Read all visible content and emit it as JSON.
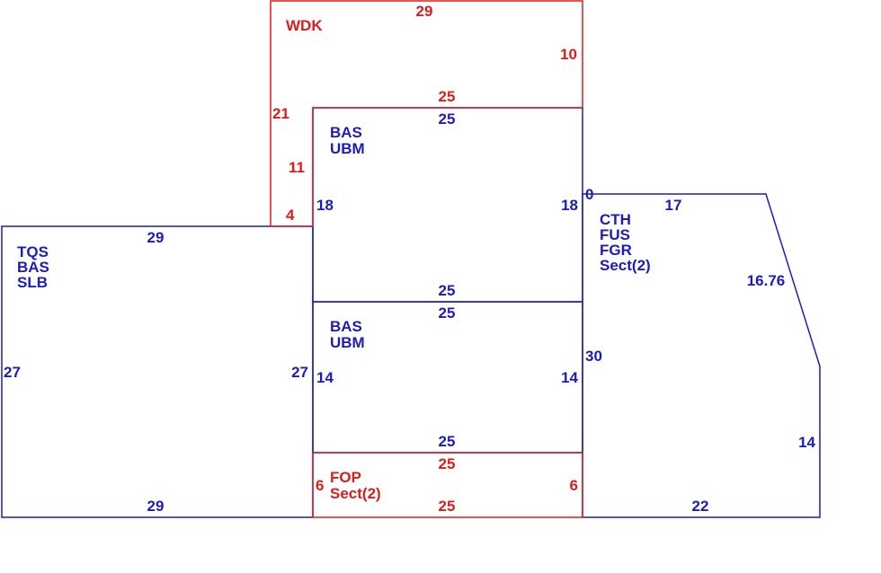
{
  "colors": {
    "blue": "#1c1cbd",
    "red": "#dd1c1c",
    "background": "#ffffff"
  },
  "sections": {
    "wdk": {
      "codes": [
        "WDK"
      ],
      "dims": {
        "top": "29",
        "right": "10",
        "bottom": "25",
        "left_upper": "21",
        "left_middle": "11",
        "left_lower": "4"
      }
    },
    "bas_upper": {
      "codes": [
        "BAS",
        "UBM"
      ],
      "dims": {
        "top": "25",
        "left": "18",
        "right": "18",
        "bottom": "25"
      }
    },
    "bas_lower": {
      "codes": [
        "BAS",
        "UBM"
      ],
      "dims": {
        "top": "25",
        "left": "14",
        "right": "14",
        "bottom": "25"
      }
    },
    "fop": {
      "codes": [
        "FOP",
        "Sect(2)"
      ],
      "dims": {
        "top": "25",
        "left": "6",
        "right": "6",
        "bottom": "25"
      }
    },
    "left_block": {
      "codes": [
        "TQS",
        "BAS",
        "SLB"
      ],
      "dims": {
        "top": "29",
        "left": "27",
        "right": "27",
        "bottom": "29"
      }
    },
    "right_block": {
      "codes": [
        "CTH",
        "FUS",
        "FGR",
        "Sect(2)"
      ],
      "dims": {
        "corner": "0",
        "top": "17",
        "diagonal": "16.76",
        "left": "30",
        "right": "14",
        "bottom": "22"
      }
    }
  }
}
